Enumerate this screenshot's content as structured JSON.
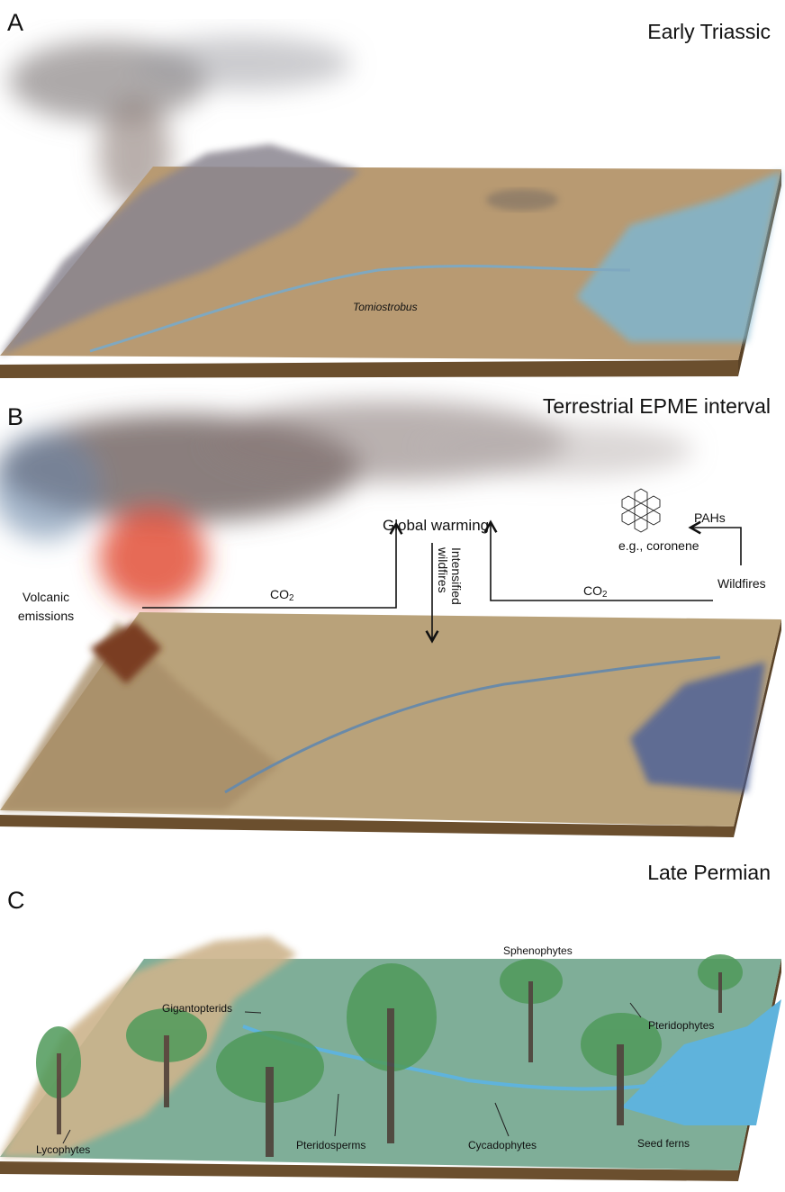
{
  "panels": [
    {
      "letter": "A",
      "title": "Early Triassic",
      "labels": {
        "taxon": "Tomiostrobus"
      }
    },
    {
      "letter": "B",
      "title": "Terrestrial EPME interval",
      "labels": {
        "volcanic_1": "Volcanic",
        "volcanic_2": "emissions",
        "co2_left": "CO",
        "co2_left_sub": "2",
        "global_warming": "Global warming",
        "intensified_1": "Intensified",
        "intensified_2": "wildfires",
        "co2_right": "CO",
        "co2_right_sub": "2",
        "wildfires": "Wildfires",
        "pahs": "PAHs",
        "coronene": "e.g., coronene"
      }
    },
    {
      "letter": "C",
      "title": "Late Permian",
      "labels": {
        "sphenophytes": "Sphenophytes",
        "gigantopterids": "Gigantopterids",
        "pteridophytes": "Pteridophytes",
        "lycophytes": "Lycophytes",
        "pteridosperms": "Pteridosperms",
        "cycadophytes": "Cycadophytes",
        "seed_ferns": "Seed ferns"
      }
    }
  ],
  "colors": {
    "soil_a": "#b89a72",
    "soil_b": "#b9a27a",
    "forest_c": "#7fae98",
    "water": "#7fb6cf",
    "edge": "#6b4f2e",
    "smoke": "#7d7372",
    "lava": "#e0442a"
  }
}
